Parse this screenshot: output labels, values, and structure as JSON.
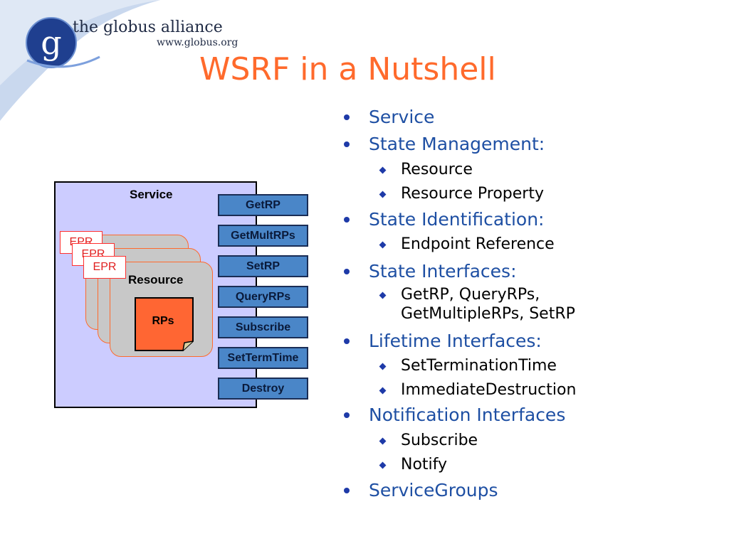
{
  "logo": {
    "name": "the globus alliance",
    "url": "www.globus.org",
    "mark_letter": "g"
  },
  "slide": {
    "title": "WSRF in a Nutshell"
  },
  "diagram": {
    "service_label": "Service",
    "operations": [
      "GetRP",
      "GetMultRPs",
      "SetRP",
      "QueryRPs",
      "Subscribe",
      "SetTermTime",
      "Destroy"
    ],
    "resource_label": "Resource",
    "rps_label": "RPs",
    "epr_labels": [
      "EPR",
      "EPR",
      "EPR"
    ]
  },
  "bullets": [
    {
      "level": 1,
      "text": "Service"
    },
    {
      "level": 1,
      "text": "State Management:"
    },
    {
      "level": 2,
      "text": "Resource"
    },
    {
      "level": 2,
      "text": "Resource Property"
    },
    {
      "level": 1,
      "text": "State Identification:"
    },
    {
      "level": 2,
      "text": "Endpoint Reference"
    },
    {
      "level": 1,
      "text": "State Interfaces:"
    },
    {
      "level": 2,
      "text": "GetRP, QueryRPs,"
    },
    {
      "level": 2,
      "text": "GetMultipleRPs, SetRP",
      "continuation": true
    },
    {
      "level": 1,
      "text": "Lifetime Interfaces:"
    },
    {
      "level": 2,
      "text": "SetTerminationTime"
    },
    {
      "level": 2,
      "text": "ImmediateDestruction"
    },
    {
      "level": 1,
      "text": "Notification Interfaces"
    },
    {
      "level": 2,
      "text": "Subscribe"
    },
    {
      "level": 2,
      "text": "Notify"
    },
    {
      "level": 1,
      "text": "ServiceGroups"
    }
  ],
  "colors": {
    "title": "#ff6a2c",
    "bullet_level1": "#1e4fa3",
    "service_fill": "#ccccff",
    "operation_fill": "#4a86c8",
    "resource_fill": "#c8c8c8",
    "rps_fill": "#ff6633",
    "epr_text": "#e02020",
    "banner": "#c9d8ee"
  }
}
